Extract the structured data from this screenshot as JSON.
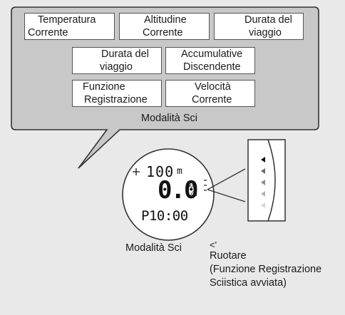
{
  "panel": {
    "cells": [
      {
        "l1": "Temperatura",
        "l2": "Corrente"
      },
      {
        "l1": "Altitudine",
        "l2": "Corrente"
      },
      {
        "l1": "Durata del",
        "l2": "viaggio"
      },
      {
        "l1": "Durata del",
        "l2": "viaggio"
      },
      {
        "l1": "Accumulative",
        "l2": "Discendente"
      },
      {
        "l1": "Funzione",
        "l2": "Registrazione"
      },
      {
        "l1": "Velocità",
        "l2": "Corrente"
      }
    ],
    "mode_label": "Modalità Sci"
  },
  "watch": {
    "altitude_value": "100",
    "altitude_unit": "m",
    "speed_value": "0.0",
    "speed_unit_top": "km",
    "speed_unit_bottom": "/h",
    "time": "P10:00",
    "mode_caption": "Modalità Sci"
  },
  "crown_note": {
    "arrow": "<'",
    "line1": "Ruotare",
    "line2": "(Funzione Registrazione",
    "line3": "Sciistica avviata)"
  },
  "colors": {
    "panel_fill": "#c8c8c8",
    "border": "#333333",
    "cell_fill": "#ffffff"
  }
}
